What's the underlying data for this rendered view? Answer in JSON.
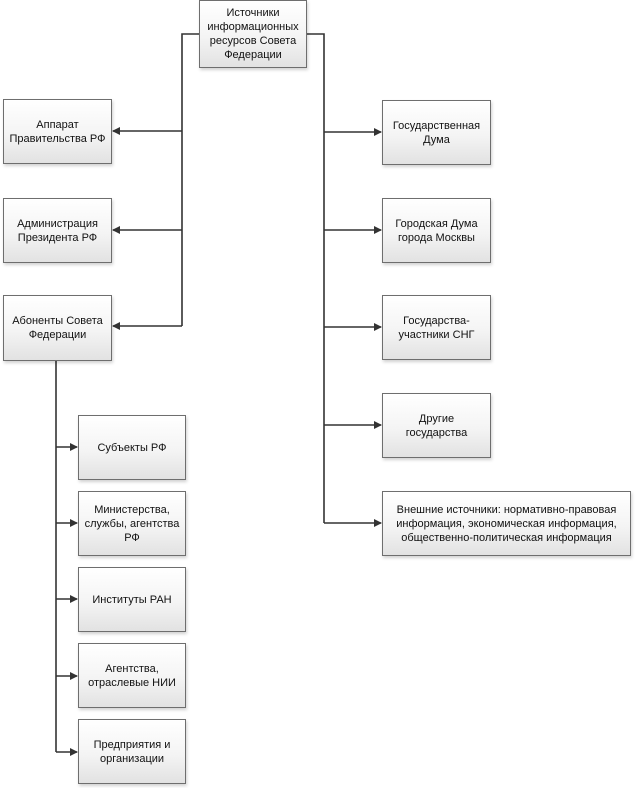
{
  "diagram": {
    "root": {
      "label": "Источники\nинформационных\nресурсов Совета\nФедерации"
    },
    "left_nodes": [
      {
        "label": "Аппарат\nПравительства РФ"
      },
      {
        "label": "Администрация\nПрезидента РФ"
      },
      {
        "label": "Абоненты Совета\nФедерации"
      }
    ],
    "sub_nodes": [
      {
        "label": "Субъекты РФ"
      },
      {
        "label": "Министерства,\nслужбы, агентства\nРФ"
      },
      {
        "label": "Институты РАН"
      },
      {
        "label": "Агентства,\nотраслевые НИИ"
      },
      {
        "label": "Предприятия и\nорганизации"
      }
    ],
    "right_nodes": [
      {
        "label": "Государственная\nДума"
      },
      {
        "label": "Городская Дума\nгорода Москвы"
      },
      {
        "label": "Государства-\nучастники СНГ"
      },
      {
        "label": "Другие государства"
      },
      {
        "label": "Внешние источники: нормативно-правовая\nинформация, экономическая информация,\nобщественно-политическая информация"
      }
    ]
  }
}
